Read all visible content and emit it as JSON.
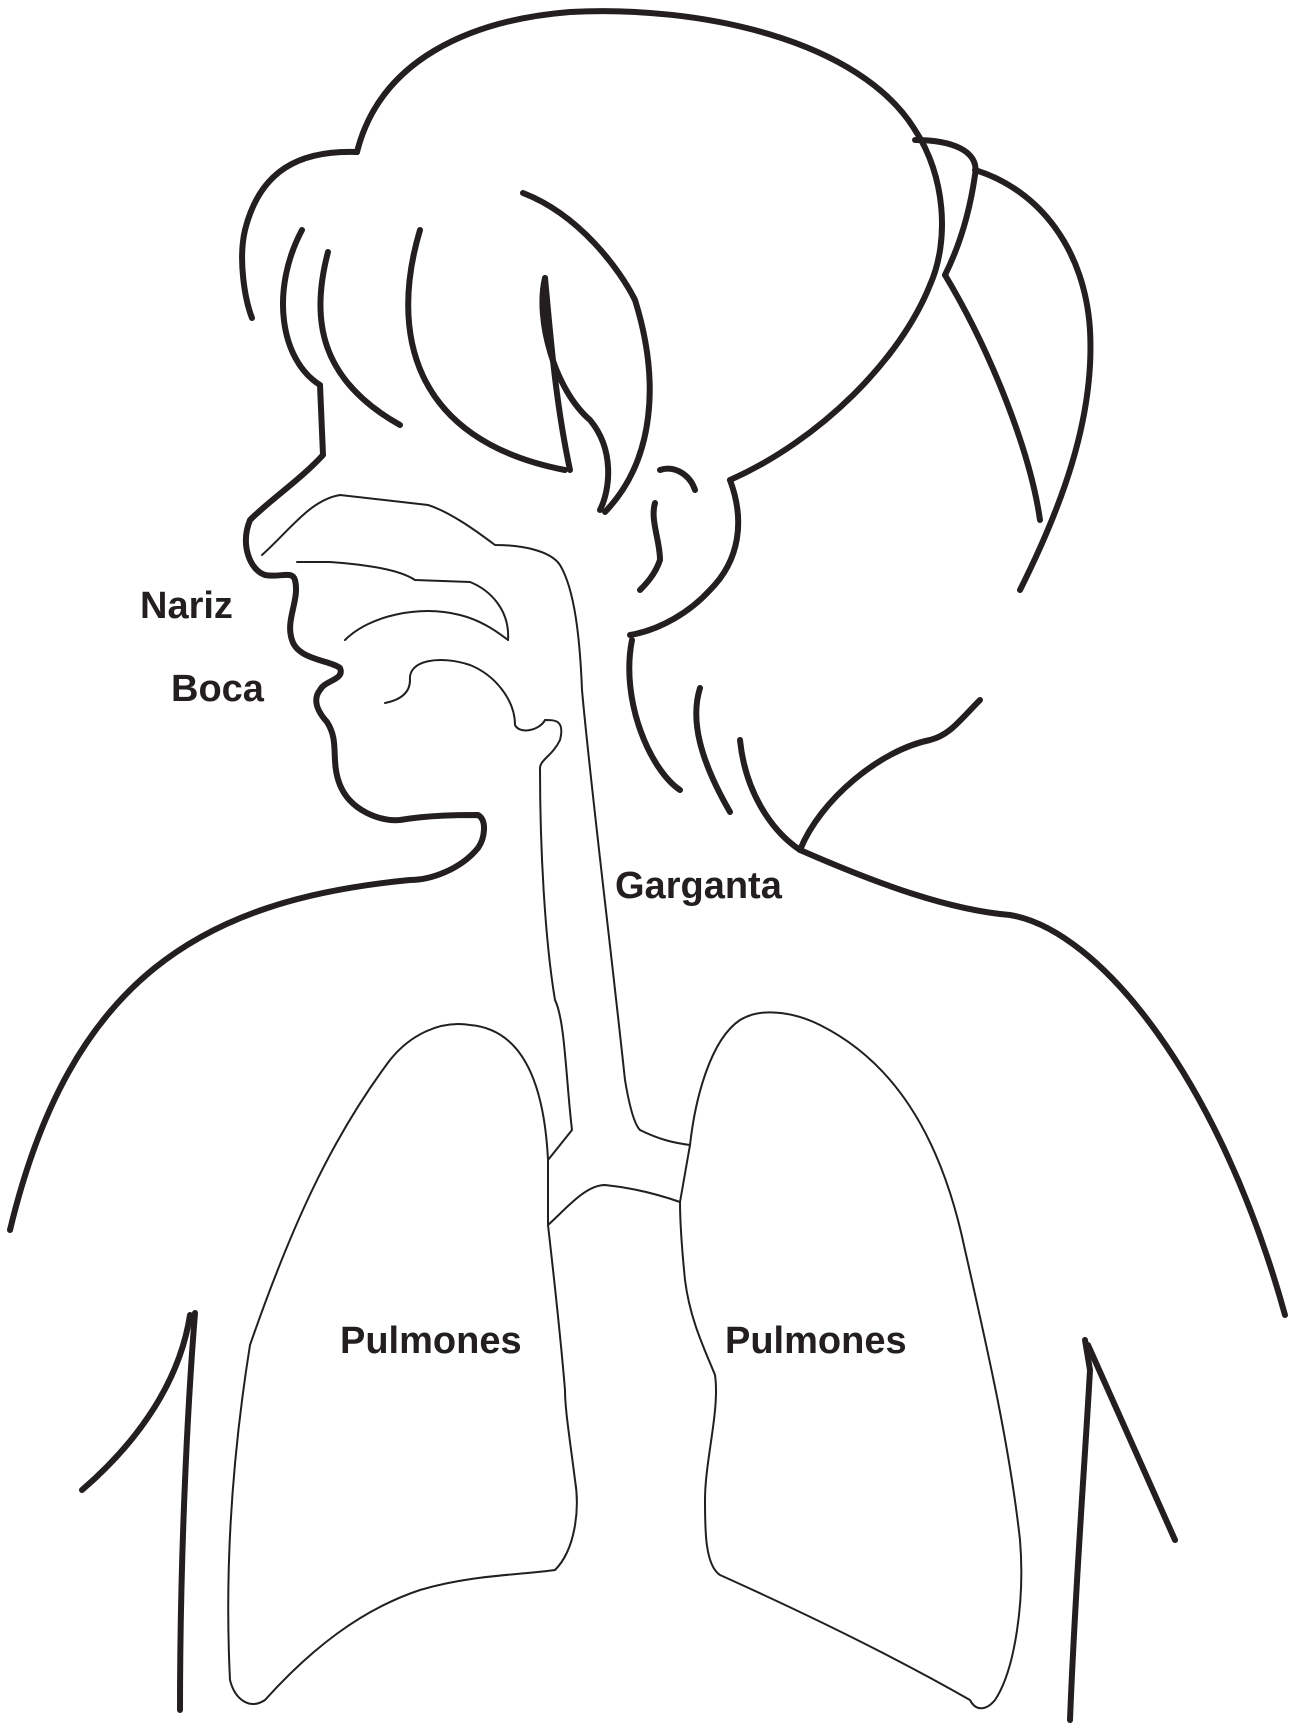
{
  "labels": {
    "nose": "Nariz",
    "mouth": "Boca",
    "throat": "Garganta",
    "lung_left": "Pulmones",
    "lung_right": "Pulmones"
  },
  "colors": {
    "line": "#231f20",
    "background": "#ffffff"
  }
}
